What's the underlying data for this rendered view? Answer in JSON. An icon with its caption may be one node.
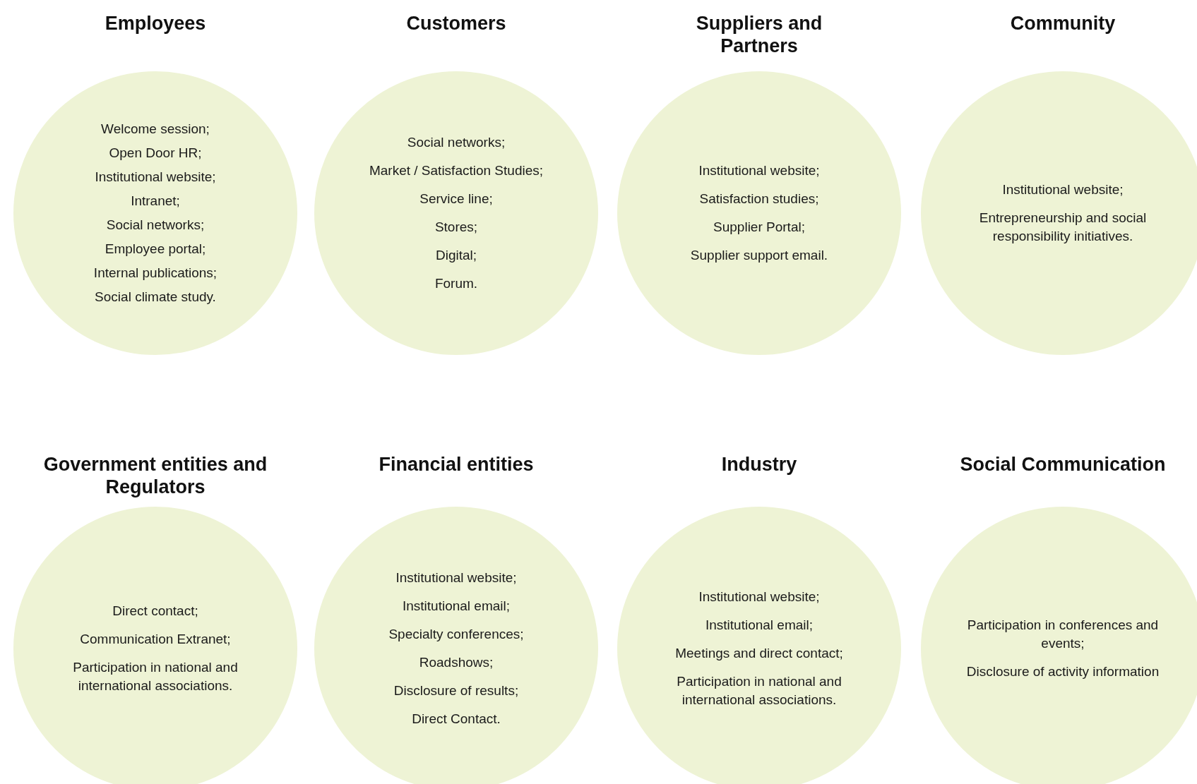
{
  "diagram": {
    "nodes": [
      {
        "text": [
          "Employees",
          "Welcome session;",
          "Open Door HR;",
          "Institutional website;",
          "Intranet;",
          "Social networks;",
          "Employee portal;",
          "Internal publications;",
          "Social climate study."
        ]
      },
      {
        "text": [
          "Customers",
          "Social networks;",
          "Market / Satisfaction Studies;",
          "Service line;",
          "Stores;",
          "Digital;",
          "Forum."
        ]
      },
      {
        "text": [
          "Suppliers and Partners",
          "Institutional website;",
          "Satisfaction studies;",
          "Supplier Portal;",
          "Supplier support email."
        ]
      },
      {
        "text": [
          "Community",
          "Institutional website;",
          "Entrepreneurship and social responsibility initiatives."
        ]
      },
      {
        "text": [
          "Government entities and Regulators",
          "Direct contact;",
          "Communication Extranet;",
          "Participation in national and international associations."
        ]
      },
      {
        "text": [
          "Financial entities",
          "Institutional website;",
          "Institutional email;",
          "Specialty conferences;",
          "Roadshows;",
          "Disclosure of results;",
          "Direct Contact."
        ]
      },
      {
        "text": [
          "Industry",
          "Institutional website;",
          "Institutional email;",
          "Meetings and direct contact;",
          "Participation in national and international associations."
        ]
      },
      {
        "text": [
          "Social Communication",
          "Participation in conferences and events;",
          "Disclosure of activity information"
        ]
      }
    ]
  }
}
